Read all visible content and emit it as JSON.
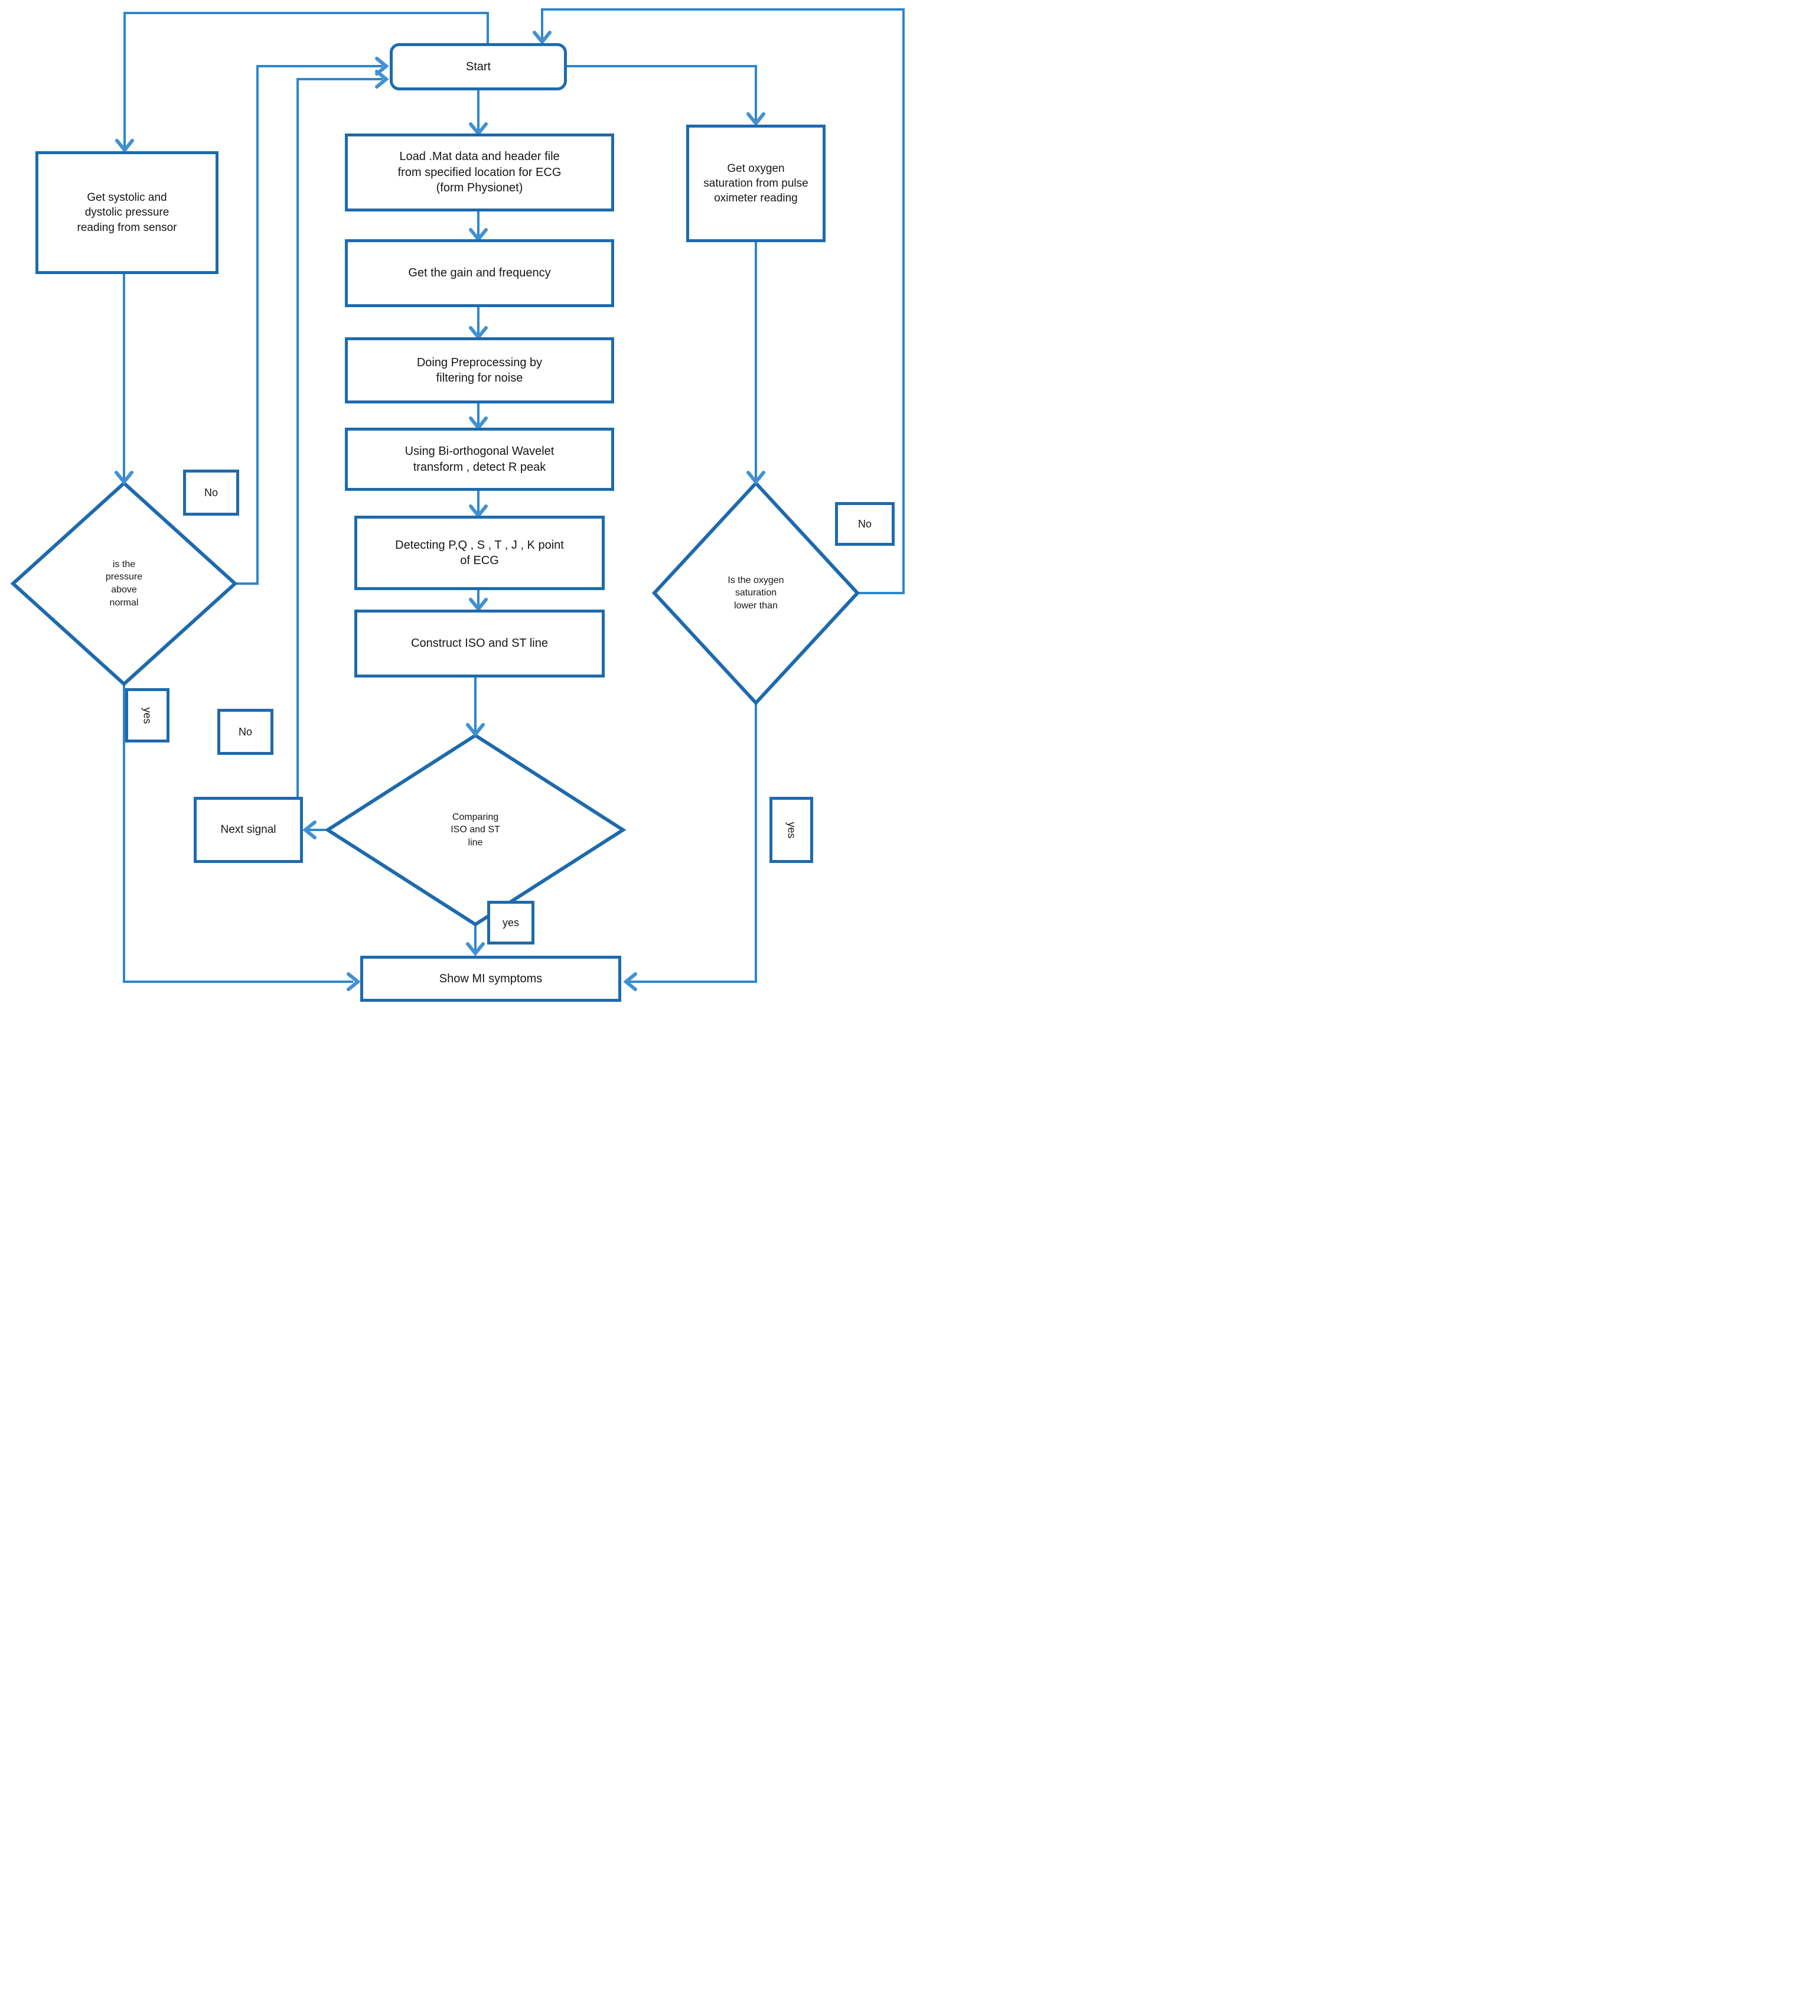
{
  "diagram": {
    "title": "MI detection flowchart",
    "nodes": {
      "start": "Start",
      "load_mat": "Load .Mat data and header file from specified location for ECG (form Physionet)",
      "gain": "Get the gain and frequency",
      "preprocess": "Doing Preprocessing by filtering for noise",
      "wavelet": "Using Bi-orthogonal Wavelet transform , detect R peak",
      "detect_points": "Detecting P,Q , S , T , J , K point of ECG",
      "construct_iso": "Construct ISO and ST line",
      "systolic": "Get systolic and dystolic pressure reading from sensor",
      "oxygen": "Get oxygen saturation from pulse oximeter reading",
      "pressure_decision": "is the pressure above normal",
      "comparing_decision": "Comparing ISO and ST line",
      "oxygen_decision": "Is the oxygen saturation lower than",
      "next_signal": "Next signal",
      "show_mi": "Show MI symptoms"
    },
    "labels": {
      "pressure_no": "No",
      "pressure_yes": "yes",
      "comparing_no": "No",
      "comparing_yes": "yes",
      "oxygen_no": "No",
      "oxygen_yes": "yes"
    },
    "colors": {
      "box_border": "#1e6aad",
      "connector": "#2f86cc",
      "text": "#161616",
      "background": "#ffffff"
    }
  }
}
